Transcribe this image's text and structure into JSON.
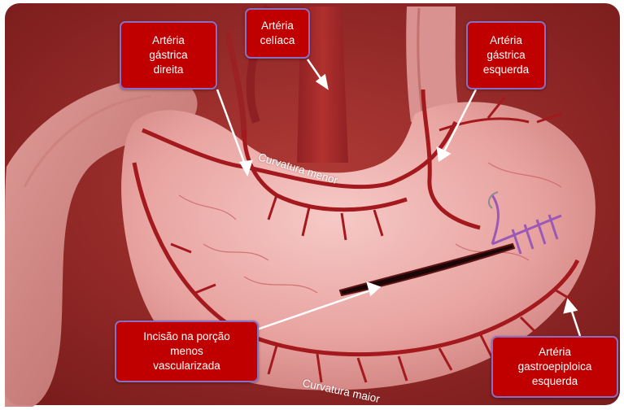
{
  "labels": {
    "right_gastric": [
      "Artéria",
      "gástrica",
      "direita"
    ],
    "celiac": [
      "Artéria",
      "celíaca"
    ],
    "left_gastric": [
      "Artéria",
      "gástrica",
      "esquerda"
    ],
    "incision": [
      "Incisão na porção",
      "menos",
      "vascularizada"
    ],
    "gastroepiploic": [
      "Artéria",
      "gastroepiploica",
      "esquerda"
    ],
    "lesser_curvature": "Curvatura menor",
    "greater_curvature": "Curvatura maior"
  },
  "colors": {
    "background": "#9c2a2a",
    "callout_fill": "#c00000",
    "callout_border": "#8a6fc0",
    "stomach": "#e8a7a4",
    "artery": "#a3191d",
    "suture": "#9b59b6"
  }
}
